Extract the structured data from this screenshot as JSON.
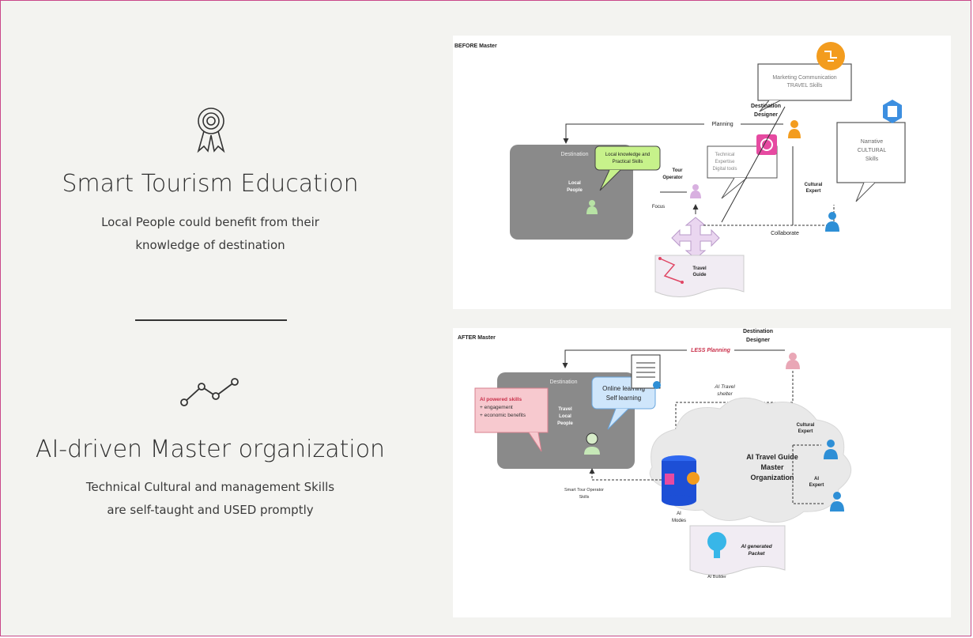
{
  "left": {
    "section1": {
      "icon": "award-ribbon-icon",
      "title": "Smart Tourism Education",
      "desc_line1": "Local People could benefit from their",
      "desc_line2": "knowledge of destination"
    },
    "section2": {
      "icon": "line-chart-icon",
      "title": "AI-driven Master organization",
      "desc_line1": "Technical Cultural and management  Skills",
      "desc_line2": "are self-taught and USED promptly"
    }
  },
  "before": {
    "heading": "BEFORE Master",
    "marketing_box": [
      "Marketing  Communication",
      "TRAVEL Skills"
    ],
    "destination_designer": [
      "Destination",
      "Designer"
    ],
    "planning": "Planning",
    "narrative_box": [
      "Narrative",
      "CULTURAL",
      "Skills"
    ],
    "destination": "Destination",
    "local_bubble": [
      "Local  knowledge and",
      "Practical Skills"
    ],
    "tech_box": [
      "Technical",
      "Expertise",
      "Digital  tools"
    ],
    "tour_operator": [
      "Tour",
      "Operator"
    ],
    "local_people": [
      "Local",
      "People"
    ],
    "cultural_expert": [
      "Cultural",
      "Expert"
    ],
    "focus": "Focus",
    "collaborate": "Collaborate",
    "travel_guide": [
      "Travel",
      "Guide"
    ]
  },
  "after": {
    "heading": "AFTER  Master",
    "destination_designer": [
      "Destination",
      "Designer"
    ],
    "less_planning": "LESS Planning",
    "destination": "Destination",
    "ai_travel_shelter": [
      "AI Travel",
      "shelter"
    ],
    "online_bubble": [
      "Online learning",
      "Self learning"
    ],
    "ai_skills_box": [
      "AI powered skills",
      "+ engagement",
      "+ economic benefits"
    ],
    "travel_local_people": [
      "Travel",
      "Local",
      "People"
    ],
    "cultural_expert": [
      "Cultural",
      "Expert"
    ],
    "cloud_title": [
      "AI Travel Guide",
      "Master",
      "Organization"
    ],
    "ai_expert": [
      "AI",
      "Expert"
    ],
    "smart_tour_operator": [
      "Smart Tour Operator",
      "Skills"
    ],
    "ai_modes": [
      "AI",
      "Modes"
    ],
    "ai_packet": [
      "AI generated",
      "Packet"
    ],
    "ai_builder": "AI Builder"
  },
  "colors": {
    "accent_border": "#c9478a",
    "user_orange": "#f39c1e",
    "user_blue": "#2e8fd6",
    "user_pink": "#e9a7b6",
    "doc_blue": "#3d8fe0",
    "bubble_green": "#c7f28b",
    "cyl_blue": "#1d4fd6"
  }
}
